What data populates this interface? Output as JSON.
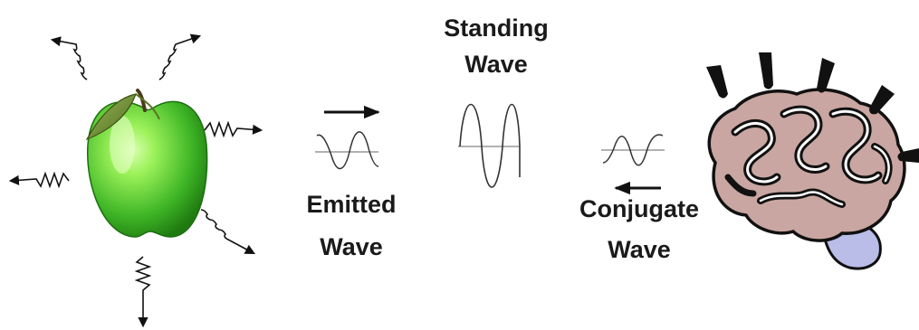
{
  "labels": {
    "standing_line1": "Standing",
    "standing_line2": "Wave",
    "emitted_line1": "Emitted",
    "emitted_line2": "Wave",
    "conjugate_line1": "Conjugate",
    "conjugate_line2": "Wave"
  },
  "icons": {
    "object": "green-apple-icon",
    "observer": "brain-icon"
  },
  "colors": {
    "apple_light": "#9df25a",
    "apple_dark": "#1f8c12",
    "leaf": "#6c8d2c",
    "brain": "#c9a6a1",
    "brain_stem": "#b9bde8",
    "ink": "#111111",
    "axis": "#9a9a9a"
  }
}
